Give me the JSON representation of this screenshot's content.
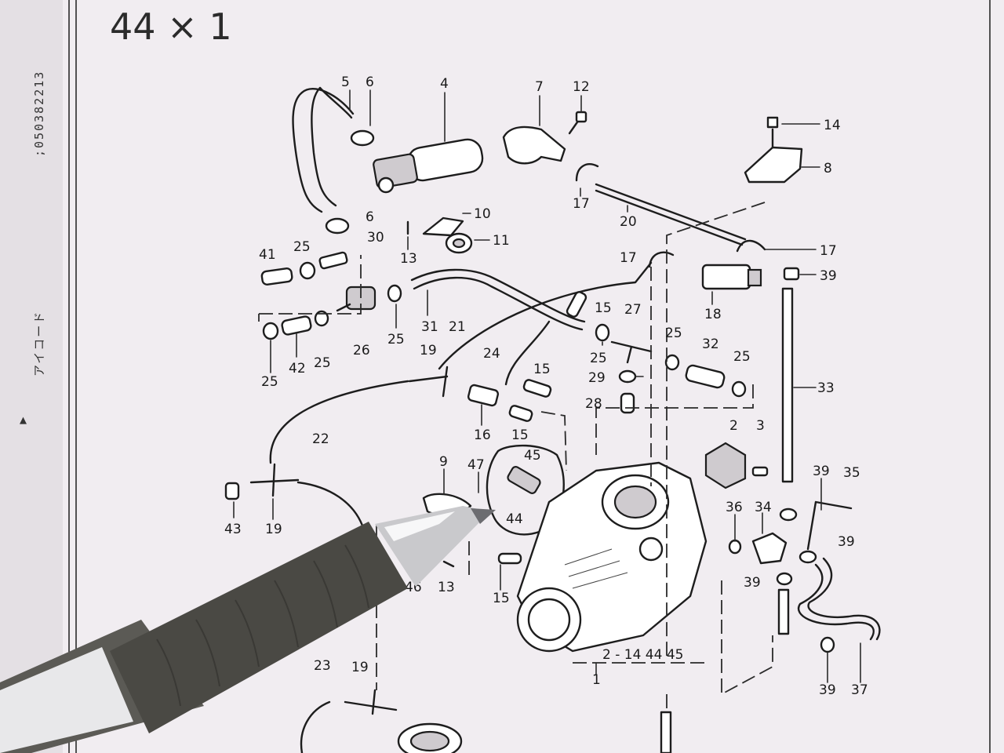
{
  "handwritten_note": "44 × 1",
  "side_margin": {
    "fax_number": ";050382213",
    "vertical_label": "アイコード",
    "marker": "▲"
  },
  "callouts": {
    "c5": "5",
    "c6a": "6",
    "c4": "4",
    "c7": "7",
    "c12": "12",
    "c14a": "14",
    "c8": "8",
    "c17a": "17",
    "c20": "20",
    "c10": "10",
    "c6b": "6",
    "c11": "11",
    "c13a": "13",
    "c30": "30",
    "c41": "41",
    "c25a": "25",
    "c17b": "17",
    "c17c": "17",
    "c39a": "39",
    "c18": "18",
    "c15a": "15",
    "c27": "27",
    "c26": "26",
    "c25b": "25",
    "c31": "31",
    "c21": "21",
    "c42": "42",
    "c25c": "25",
    "c25d": "25",
    "c24": "24",
    "c25e": "25",
    "c25f": "25",
    "c32": "32",
    "c25g": "25",
    "c19a": "19",
    "c15b": "15",
    "c29": "29",
    "c28": "28",
    "c33": "33",
    "c16": "16",
    "c15c": "15",
    "c22": "22",
    "c2": "2",
    "c3": "3",
    "c9": "9",
    "c47": "47",
    "c45": "45",
    "c44": "44",
    "c39b": "39",
    "c35": "35",
    "c43": "43",
    "c19b": "19",
    "c36": "36",
    "c34": "34",
    "c39c": "39",
    "c39d": "39",
    "c46": "46",
    "c13b": "13",
    "c15d": "15",
    "c1_range": "2 - 14  44  45",
    "c1": "1",
    "c23": "23",
    "c19c": "19",
    "c39e": "39",
    "c37": "37"
  },
  "colors": {
    "paper": "#f1edf1",
    "ink": "#1d1d1d",
    "pen_grip": "#4a4944",
    "pen_chrome": "#c9c9cc"
  }
}
